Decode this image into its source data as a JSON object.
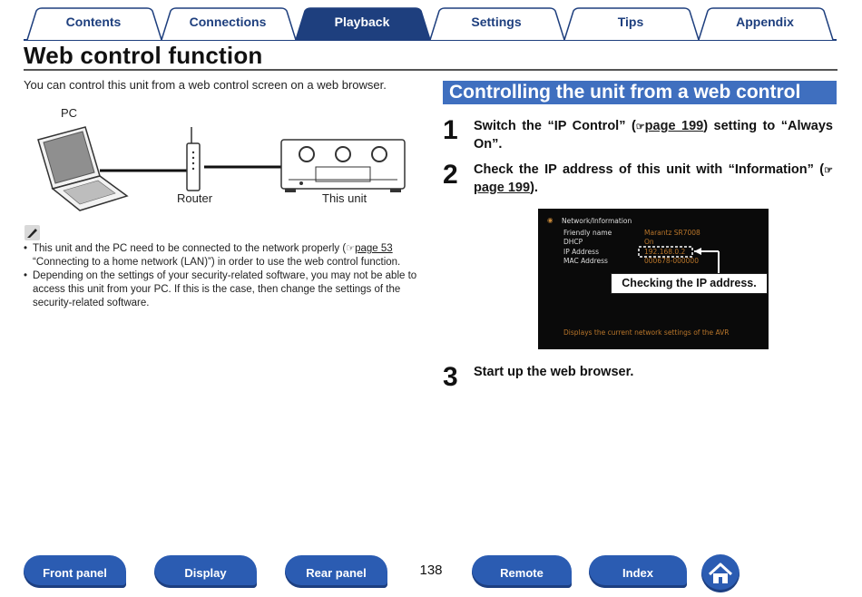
{
  "tabs": [
    {
      "label": "Contents",
      "active": false
    },
    {
      "label": "Connections",
      "active": false
    },
    {
      "label": "Playback",
      "active": true
    },
    {
      "label": "Settings",
      "active": false
    },
    {
      "label": "Tips",
      "active": false
    },
    {
      "label": "Appendix",
      "active": false
    }
  ],
  "page_title": "Web control function",
  "intro": "You can control this unit from a web control screen on a web browser.",
  "diagram": {
    "pc_label": "PC",
    "router_label": "Router",
    "unit_label": "This unit"
  },
  "notes": [
    {
      "before": "This unit and the PC need to be connected to the network properly (",
      "ref_icon": "☞",
      "link": "page 53",
      "after": " “Connecting to a home network (LAN)”) in order to use the web control function."
    },
    {
      "text": "Depending on the settings of your security-related software, you may not be able to access this unit from your PC. If this is the case, then change the settings of the security-related software."
    }
  ],
  "section_heading": "Controlling the unit from a web control",
  "steps": [
    {
      "num": "1",
      "before": "Switch the “IP Control” (",
      "ref_icon": "☞",
      "link": "page 199",
      "after": ") setting to “Always On”."
    },
    {
      "num": "2",
      "before": "Check the IP address of this unit with “Information” (",
      "ref_icon": "☞",
      "link": "page 199",
      "after": ")."
    },
    {
      "num": "3",
      "text": "Start up the web browser."
    }
  ],
  "screen": {
    "header": "Network/Information",
    "rows": [
      {
        "label": "Friendly name",
        "value": "Marantz SR7008"
      },
      {
        "label": "DHCP",
        "value": "On"
      },
      {
        "label": "IP Address",
        "value": "192.168.0.2"
      },
      {
        "label": "MAC Address",
        "value": "000678-000000"
      }
    ],
    "footer": "Displays the current network settings of the AVR",
    "callout": "Checking the IP address."
  },
  "nav": {
    "front_panel": "Front panel",
    "display": "Display",
    "rear_panel": "Rear panel",
    "remote": "Remote",
    "index": "Index"
  },
  "page_number": "138",
  "colors": {
    "accent": "#2b5cb2",
    "heading_bg": "#3f6fbf",
    "tab_text": "#1e3f7e",
    "screen_value": "#b8752a"
  }
}
